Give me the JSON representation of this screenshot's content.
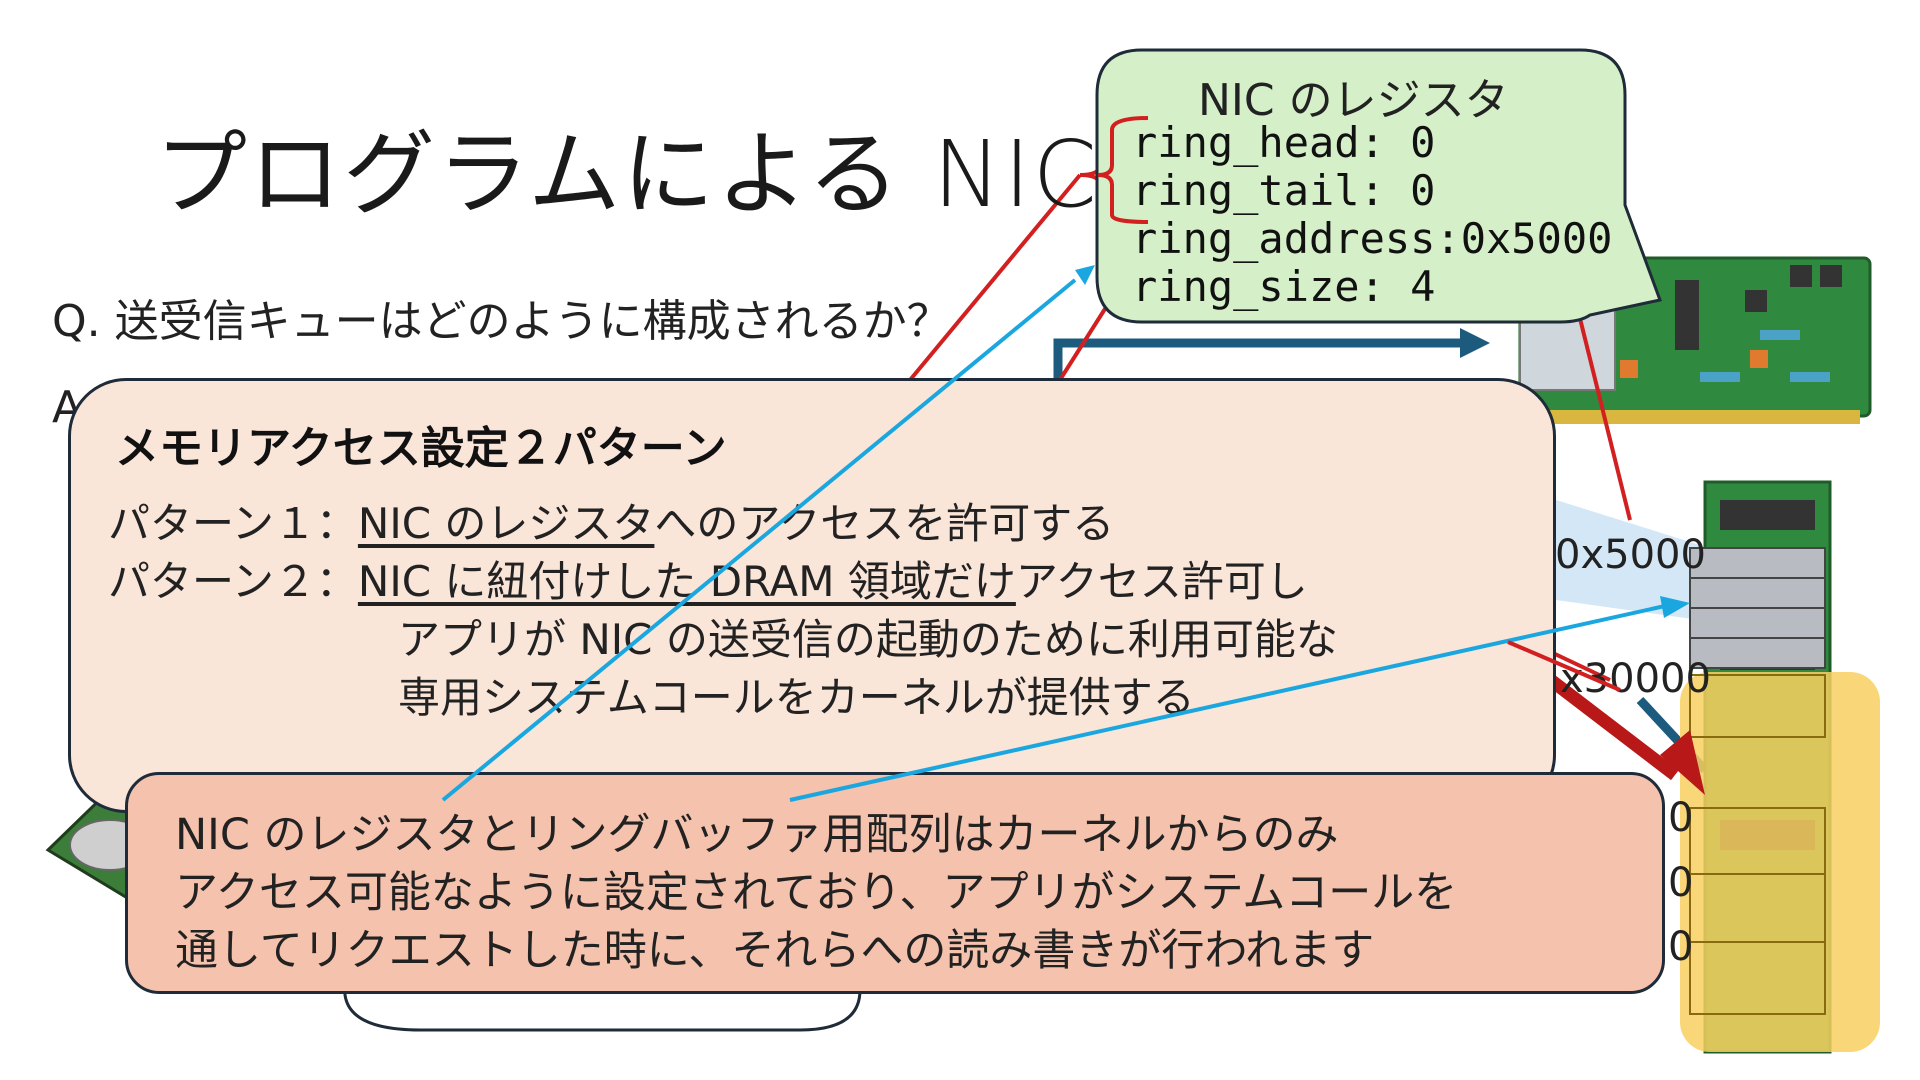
{
  "slide": {
    "title": "プログラムによる NIC の",
    "question": "Q. 送受信キューはどのように構成されるか？",
    "answer_prefix": "A"
  },
  "nic_register_callout": {
    "heading": "NIC のレジスタ",
    "lines": [
      "ring_head: 0",
      "ring_tail: 0",
      "ring_address:0x5000",
      "ring_size: 4"
    ]
  },
  "memory_callout": {
    "heading": "メモリアクセス設定２パターン",
    "pattern1": {
      "label": "パターン１：",
      "underlined": "NIC のレジスタ",
      "rest": "へのアクセスを許可する"
    },
    "pattern2": {
      "label": "パターン２：",
      "underlined": "NIC に紐付けした DRAM 領域だけ",
      "rest": "アクセス許可し",
      "line2": "アプリが NIC の送受信の起動のために利用可能な",
      "line3": "専用システムコールをカーネルが提供する"
    }
  },
  "kernel_callout": {
    "lines": [
      "NIC のレジスタとリングバッファ用配列はカーネルからのみ",
      "アクセス可能なように設定されており、アプリがシステムコールを",
      "通してリクエストした時に、それらへの読み書きが行われます"
    ]
  },
  "address_labels": {
    "a1": "0x5000",
    "a2": "x30000",
    "a3": "0",
    "a4": "0",
    "a5": "0"
  },
  "colors": {
    "memory_bg": "#fae5d9",
    "kernel_bg": "#f4c2ad",
    "register_bg": "#d5f0c8",
    "arrow_cyan": "#1aa7e0",
    "arrow_red": "#d22020",
    "arrow_navy": "#1d5b7e",
    "highlight_yellow": "#f8d060"
  }
}
